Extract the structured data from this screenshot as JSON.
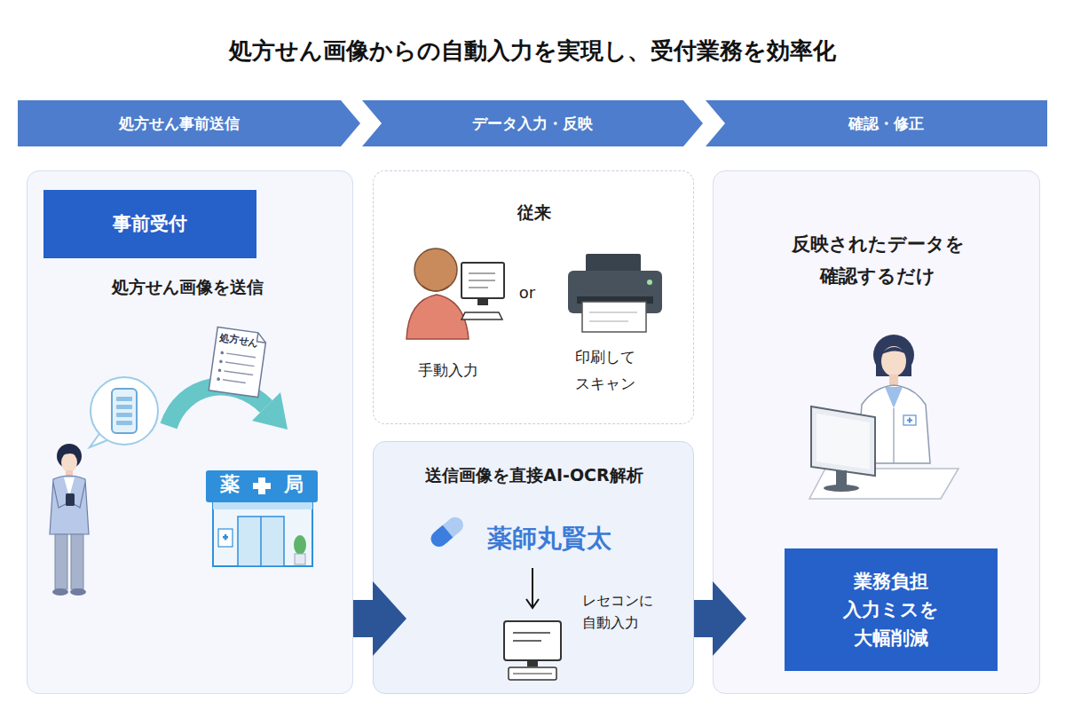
{
  "diagram": {
    "title": "処方せん画像からの自動入力を実現し、受付業務を効率化",
    "nodes": [
      {
        "text": [
          "処方せん事前送信"
        ]
      },
      {
        "text": [
          "データ入力・反映"
        ]
      },
      {
        "text": [
          "確認・修正"
        ]
      },
      {
        "text": [
          "処方せん画像を送信"
        ]
      },
      {
        "text": [
          "事前受付"
        ],
        "in": 3
      },
      {
        "text": [
          "従来",
          "手動入力",
          "or",
          "印刷して スキャン"
        ]
      },
      {
        "text": [
          "送信画像を直接AI-OCR解析",
          "薬師丸賢太",
          "レセコンに 自動入力"
        ]
      },
      {
        "text": [
          "反映されたデータを 確認するだけ"
        ]
      },
      {
        "text": [
          "業務負担 入力ミスを 大幅削減"
        ],
        "in": 7
      }
    ],
    "edges": [
      {
        "from": 3,
        "to": 6,
        "arrow": "to"
      },
      {
        "from": 6,
        "to": 7,
        "arrow": "to"
      }
    ],
    "labels": [
      "処方せん",
      "薬",
      "局"
    ]
  }
}
